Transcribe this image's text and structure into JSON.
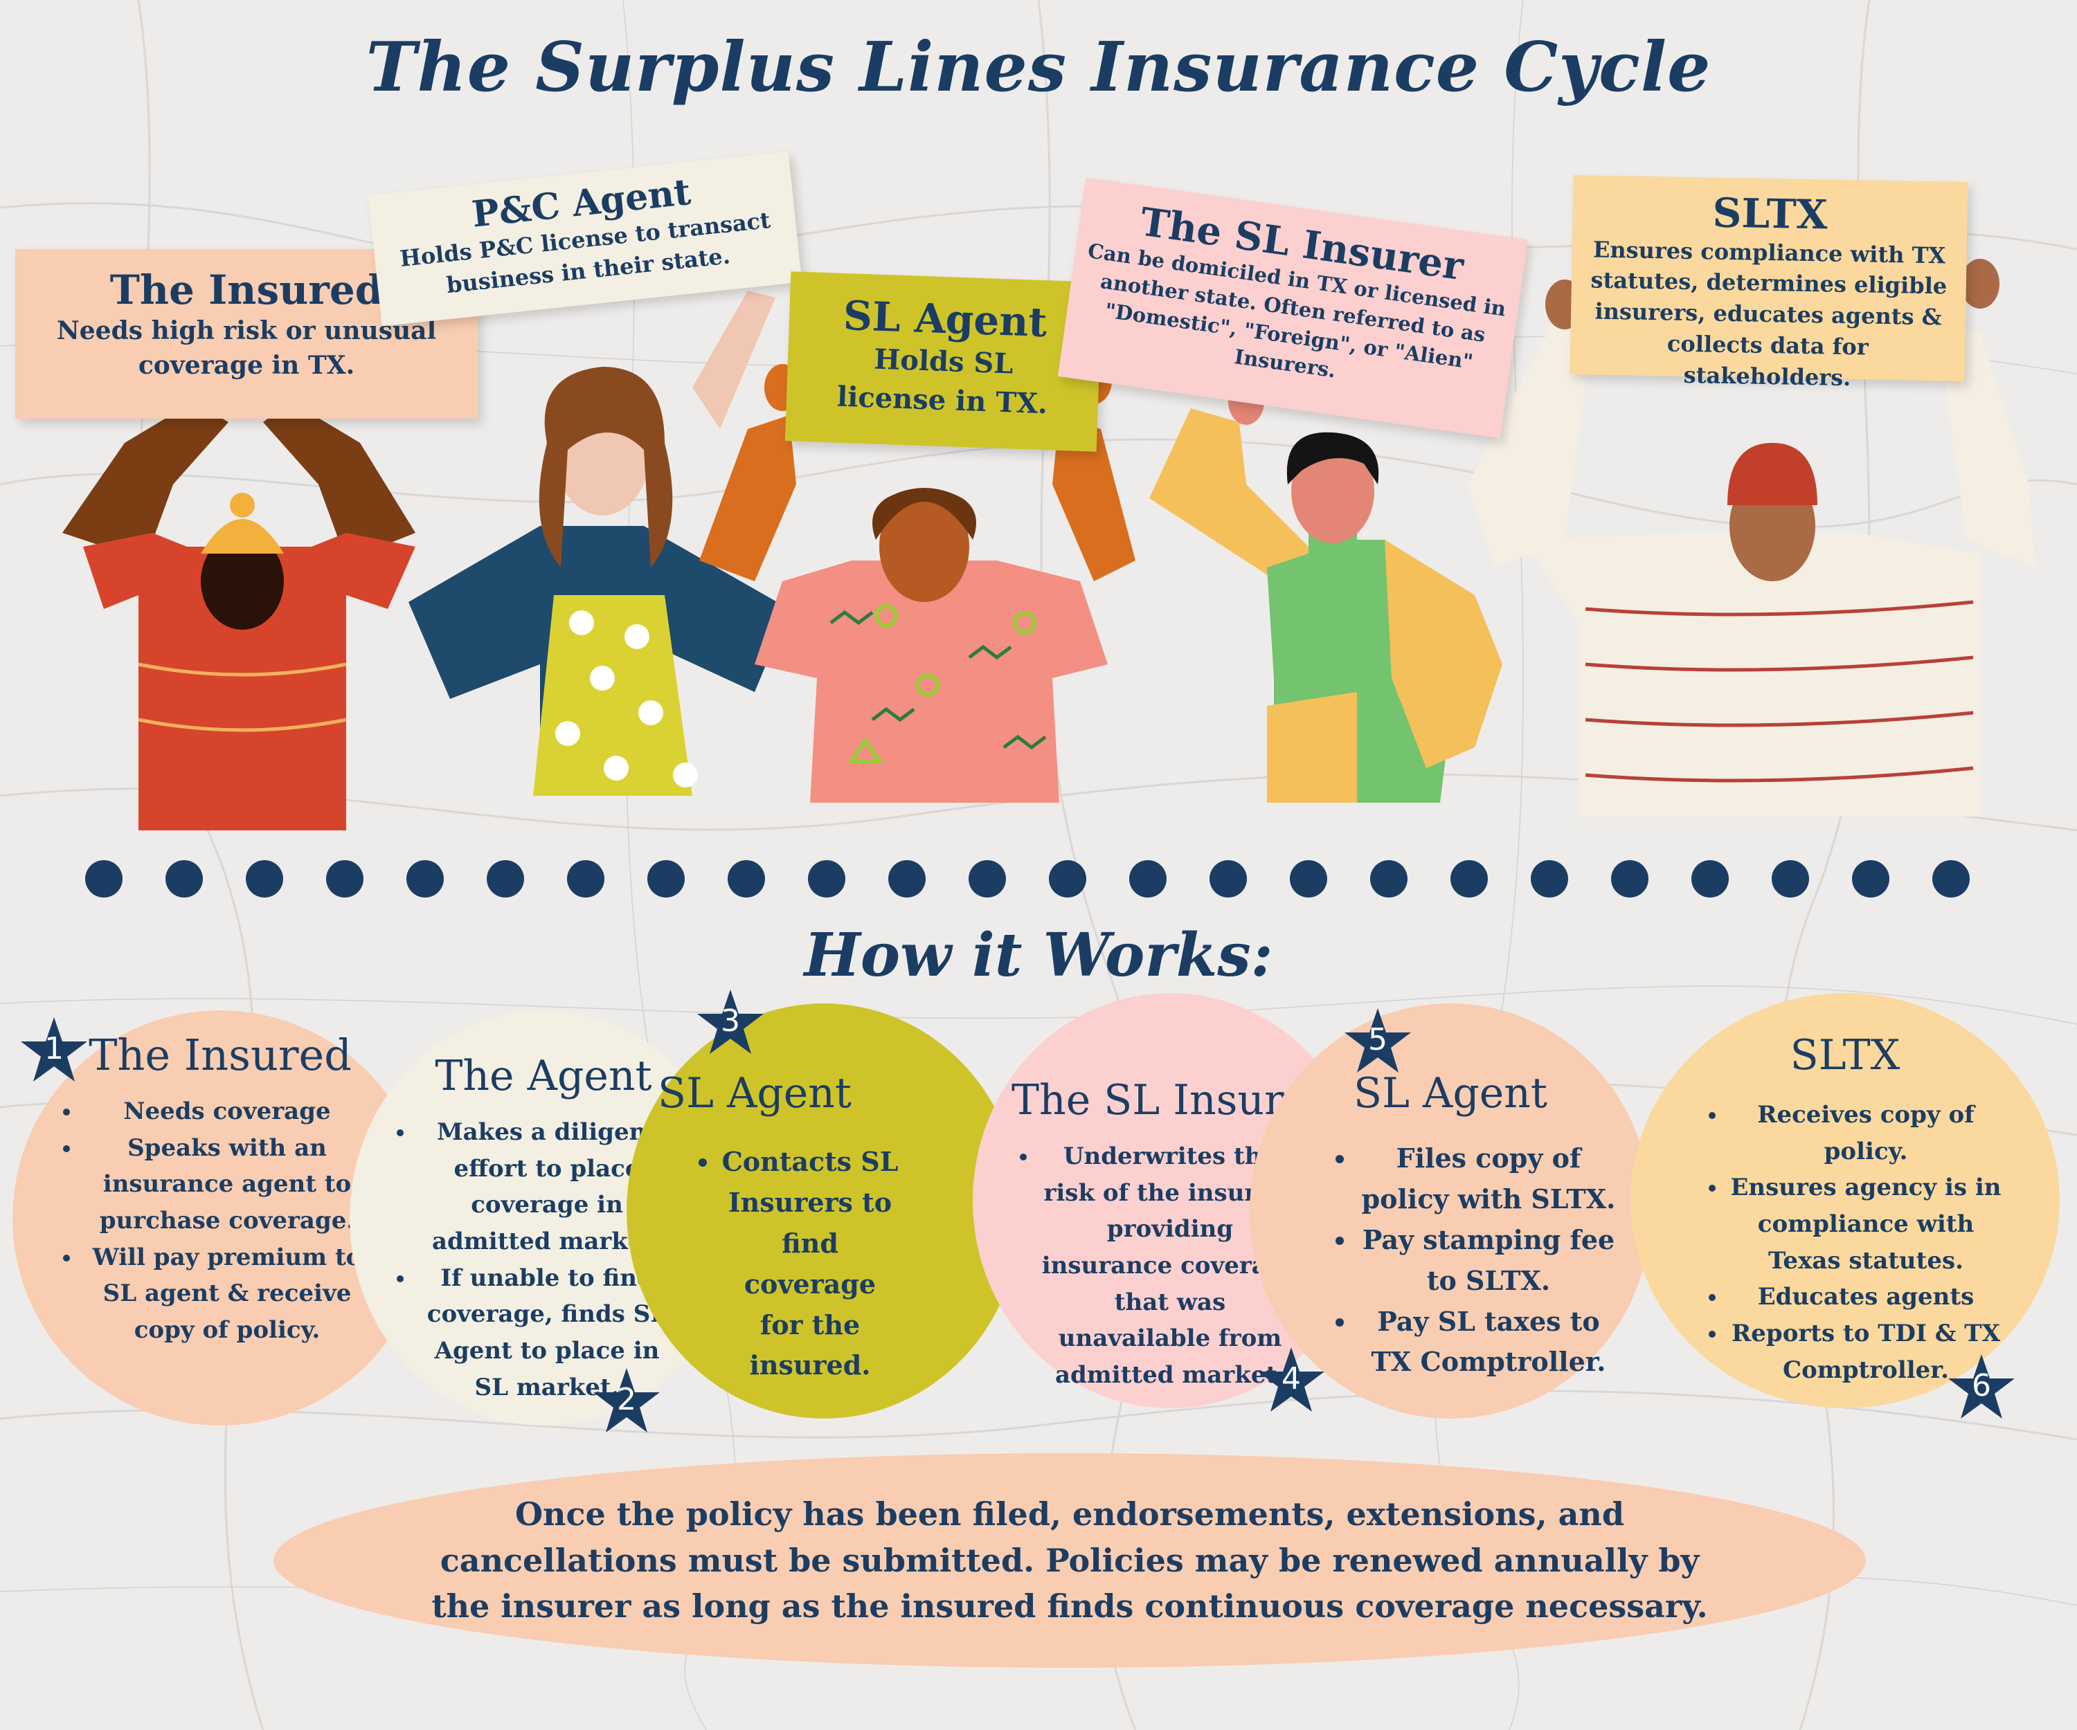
{
  "title": "The Surplus Lines Insurance Cycle",
  "colors": {
    "navy": "#1b3d63",
    "peach": "#f9cdb1",
    "cream": "#f3efe2",
    "olive": "#cec42a",
    "pink": "#fbd0cf",
    "yellow": "#fbd89d"
  },
  "signs": [
    {
      "title": "The Insured",
      "desc": "Needs high risk or unusual coverage in TX."
    },
    {
      "title": "P&C Agent",
      "desc": "Holds P&C license to transact business in their state."
    },
    {
      "title": "SL Agent",
      "desc": "Holds SL license in TX."
    },
    {
      "title": "The SL Insurer",
      "desc": "Can be domiciled in TX or licensed in another state. Often referred to as \"Domestic\", \"Foreign\", or \"Alien\" Insurers."
    },
    {
      "title": "SLTX",
      "desc": "Ensures compliance with TX statutes, determines eligible insurers, educates agents & collects data for stakeholders."
    }
  ],
  "how_title": "How it Works:",
  "steps": [
    {
      "num": "1",
      "title": "The Insured",
      "items": [
        "Needs coverage",
        "Speaks with an insurance agent to purchase coverage.",
        "Will pay premium to SL agent & receive copy of policy."
      ]
    },
    {
      "num": "2",
      "title": "The Agent",
      "items": [
        "Makes a diligent effort to place coverage in admitted market.",
        "If unable to find coverage, finds SL Agent to place in SL market."
      ]
    },
    {
      "num": "3",
      "title": "SL Agent",
      "items": [
        "Contacts SL Insurers to find coverage for the insured."
      ]
    },
    {
      "num": "4",
      "title": "The SL Insurer",
      "items": [
        "Underwrites the risk of the insured, providing insurance coverage that was unavailable from admitted market."
      ]
    },
    {
      "num": "5",
      "title": "SL Agent",
      "items": [
        "Files copy of policy with SLTX.",
        "Pay stamping fee to SLTX.",
        "Pay SL taxes to TX Comptroller."
      ]
    },
    {
      "num": "6",
      "title": "SLTX",
      "items": [
        "Receives copy of policy.",
        "Ensures agency is in compliance with Texas statutes.",
        "Educates agents",
        "Reports to TDI & TX Comptroller."
      ]
    }
  ],
  "footer_note": "Once the policy has been filed, endorsements, extensions, and cancellations must be submitted. Policies may be renewed annually by the insurer as long as the insured finds continuous coverage necessary."
}
